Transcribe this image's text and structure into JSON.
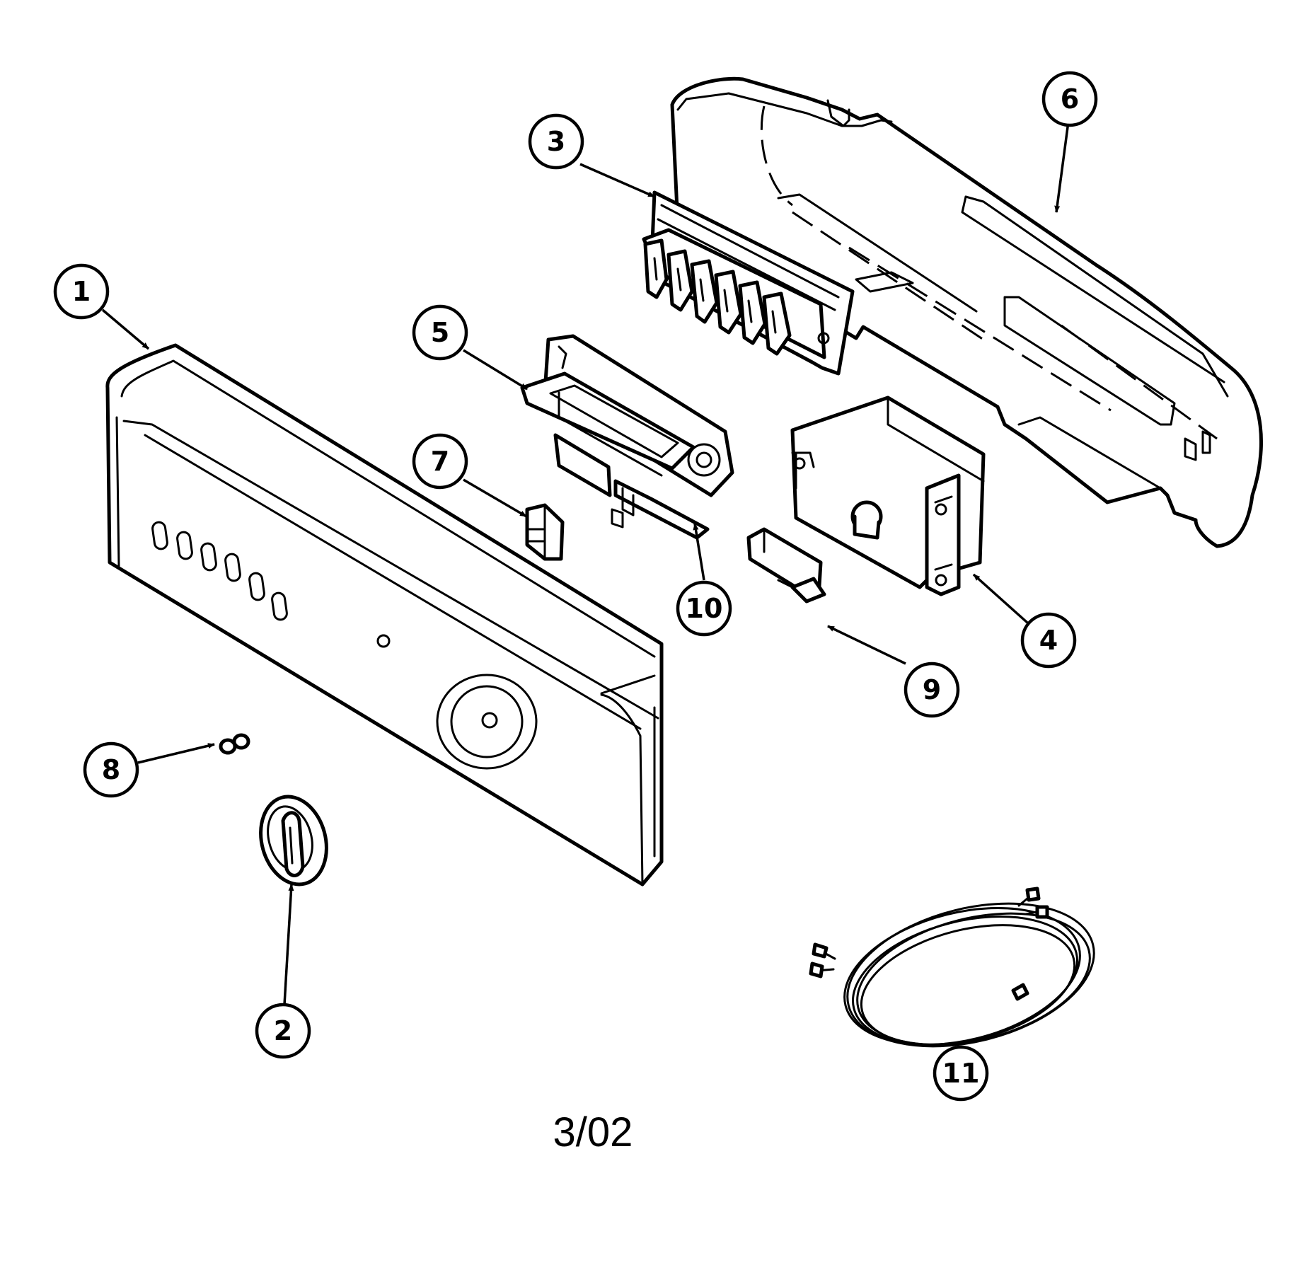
{
  "diagram": {
    "callouts": [
      "1",
      "2",
      "3",
      "4",
      "5",
      "6",
      "7",
      "8",
      "9",
      "10",
      "11"
    ],
    "revision_date": "3/02"
  }
}
